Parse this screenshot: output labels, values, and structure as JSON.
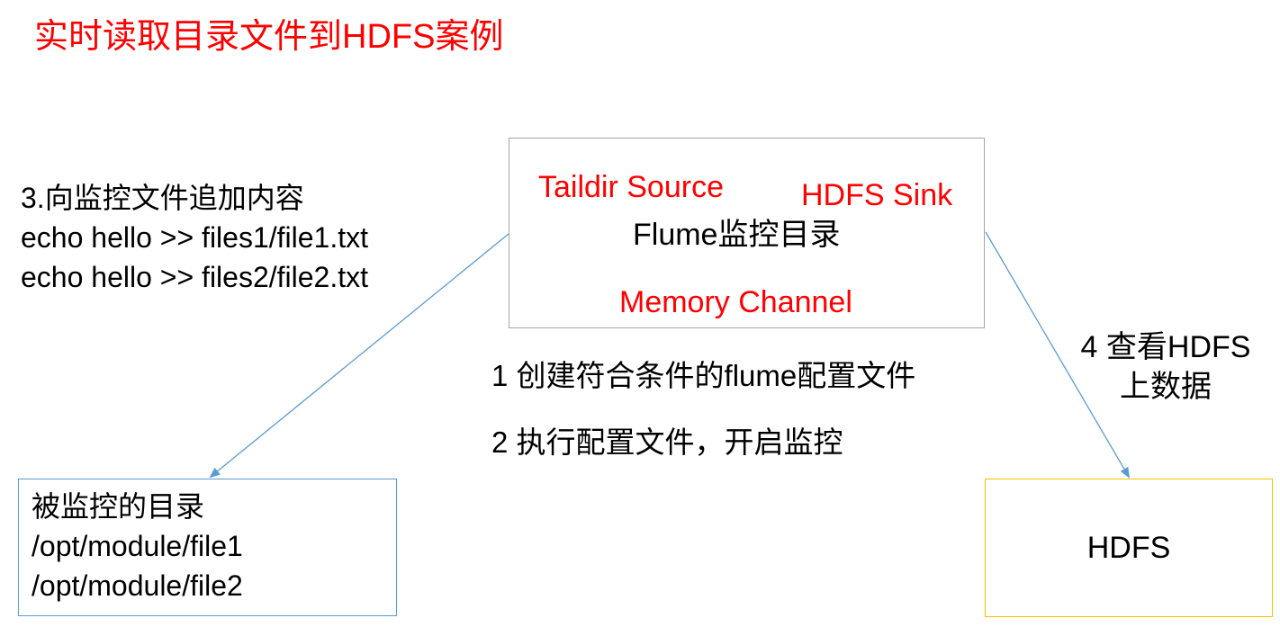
{
  "title": "实时读取目录文件到HDFS案例",
  "flume_box": {
    "source_label": "Taildir Source",
    "sink_label": "HDFS Sink",
    "center_label": "Flume监控目录",
    "channel_label": "Memory Channel"
  },
  "step3": {
    "heading": "3.向监控文件追加内容",
    "commands": [
      "echo hello >> files1/file1.txt",
      "echo hello >> files2/file2.txt"
    ]
  },
  "steps": {
    "step1": "1 创建符合条件的flume配置文件",
    "step2": "2 执行配置文件，开启监控"
  },
  "step4": {
    "line1": "4 查看HDFS",
    "line2": "上数据"
  },
  "monitored_dir": {
    "heading": "被监控的目录",
    "paths": [
      "/opt/module/file1",
      "/opt/module/file2"
    ]
  },
  "hdfs_box": {
    "label": "HDFS"
  },
  "colors": {
    "red_text": "#ff0000",
    "flume_border": "#a6a6a6",
    "dir_border": "#5b9bd5",
    "hdfs_border": "#ffc000",
    "arrow": "#5b9bd5"
  }
}
